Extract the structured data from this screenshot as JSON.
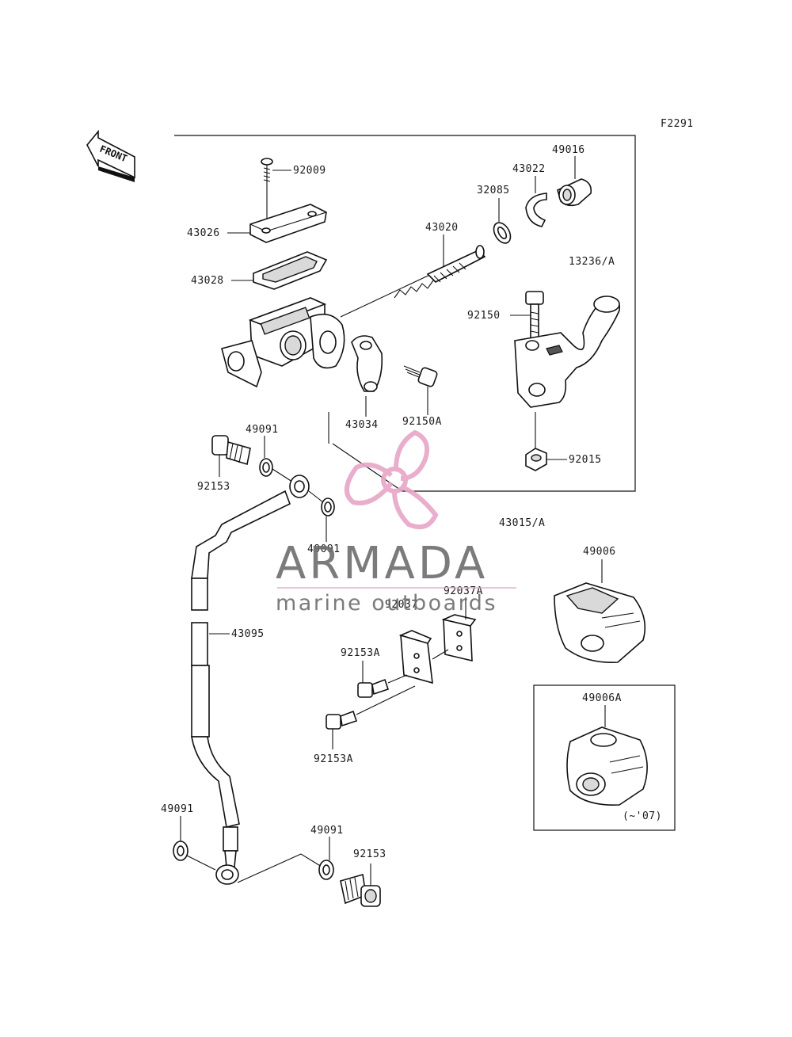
{
  "figure_code": "F2291",
  "front_label": "FRONT",
  "parts": {
    "p92009": "92009",
    "p43026": "43026",
    "p43028": "43028",
    "p43020": "43020",
    "p32085": "32085",
    "p43022": "43022",
    "p49016": "49016",
    "p13236A": "13236/A",
    "p92150": "92150",
    "p43034": "43034",
    "p92150A": "92150A",
    "p92015": "92015",
    "p49091_a": "49091",
    "p92153_a": "92153",
    "p49091_b": "49091",
    "p43015A": "43015/A",
    "p49006": "49006",
    "p92037A": "92037A",
    "p92037": "92037",
    "p43095": "43095",
    "p92153A_a": "92153A",
    "p92153A_b": "92153A",
    "p49006A": "49006A",
    "p07": "(~'07)",
    "p49091_c": "49091",
    "p49091_d": "49091",
    "p92153_b": "92153"
  },
  "watermark": {
    "brand": "ARMADA",
    "tagline": "marine outboards",
    "colors": {
      "logo": "#e8a6c8",
      "text": "#6d6d6d"
    }
  }
}
